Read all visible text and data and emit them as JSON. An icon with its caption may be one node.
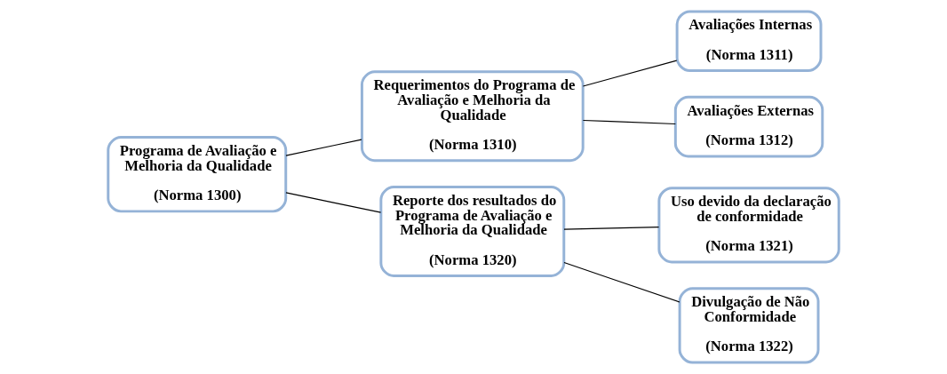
{
  "diagram": {
    "nodes": [
      {
        "text": [
          "Programa de Avaliação e Melhoria da Qualidade",
          "(Norma 1300)"
        ]
      },
      {
        "text": [
          "Requerimentos do Programa de Avaliação e Melhoria da Qualidade",
          "(Norma 1310)"
        ]
      },
      {
        "text": [
          "Reporte dos resultados do Programa de Avaliação e Melhoria da Qualidade",
          "(Norma 1320)"
        ]
      },
      {
        "text": [
          "Avaliações Internas",
          "(Norma 1311)"
        ]
      },
      {
        "text": [
          "Avaliações Externas",
          "(Norma 1312)"
        ]
      },
      {
        "text": [
          "Uso devido da declaração de conformidade",
          "(Norma 1321)"
        ]
      },
      {
        "text": [
          "Divulgação de Não Conformidade",
          "(Norma 1322)"
        ]
      }
    ],
    "edges": [
      {
        "from": 0,
        "to": 1,
        "arrow": "none"
      },
      {
        "from": 0,
        "to": 2,
        "arrow": "none"
      },
      {
        "from": 1,
        "to": 3,
        "arrow": "none"
      },
      {
        "from": 1,
        "to": 4,
        "arrow": "none"
      },
      {
        "from": 2,
        "to": 5,
        "arrow": "none"
      },
      {
        "from": 2,
        "to": 6,
        "arrow": "none"
      }
    ]
  }
}
